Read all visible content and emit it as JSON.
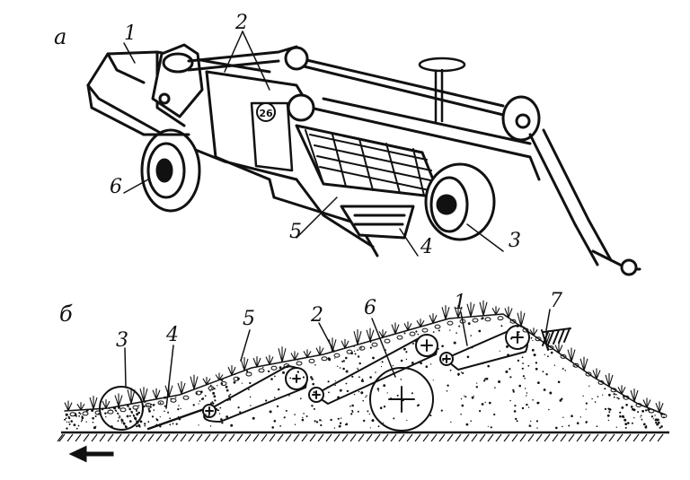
{
  "panels": {
    "top": {
      "letter": "а"
    },
    "bottom": {
      "letter": "б"
    }
  },
  "top_labels": [
    "1",
    "2",
    "3",
    "4",
    "5",
    "6"
  ],
  "bottom_labels": [
    "1",
    "2",
    "3",
    "4",
    "5",
    "6",
    "7"
  ],
  "colors": {
    "ink": "#111111",
    "paper": "#ffffff"
  }
}
